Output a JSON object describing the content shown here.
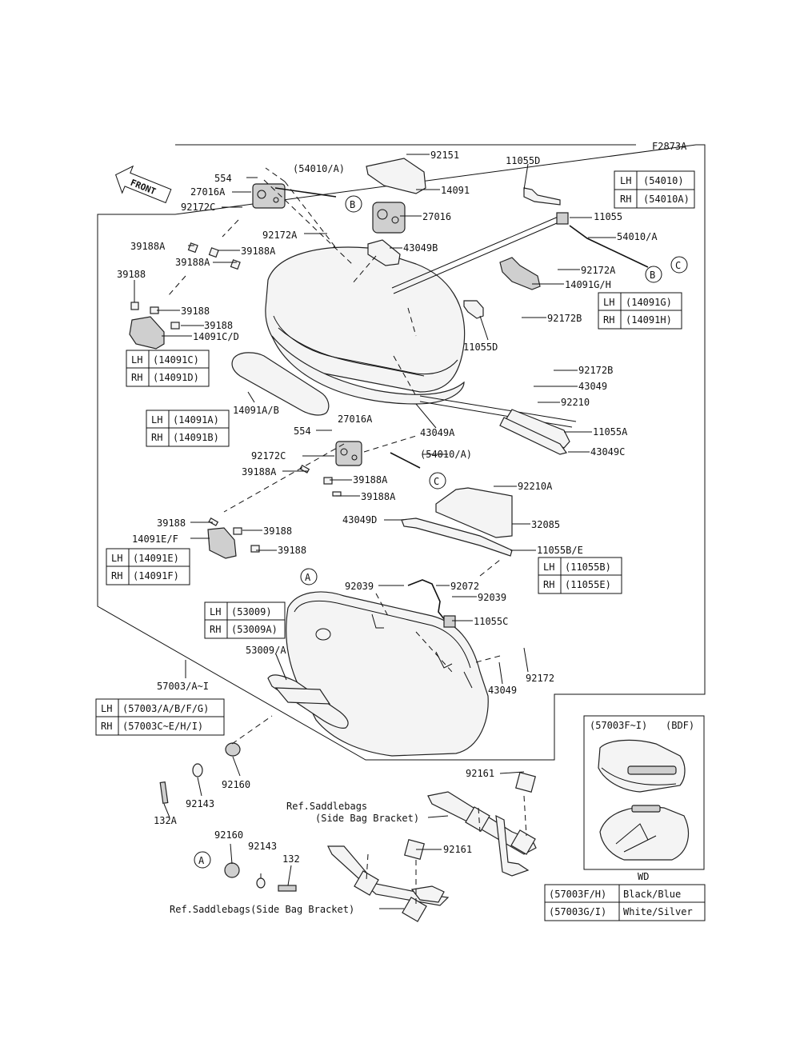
{
  "figure_code": "F2873A",
  "front_label": "FRONT",
  "callout_letters": {
    "A": "A",
    "B": "B",
    "C": "C"
  },
  "parts": {
    "p92151": "92151",
    "p11055D_top": "11055D",
    "p554_top": "554",
    "p54010A_top": "(54010/A)",
    "p14091": "14091",
    "p27016A_top": "27016A",
    "p92172C_top": "92172C",
    "p27016": "27016",
    "p11055": "11055",
    "p92172A_top": "92172A",
    "p39188A_1": "39188A",
    "p39188A_2": "39188A",
    "p43049B": "43049B",
    "p54010A": "54010/A",
    "p39188A_3": "39188A",
    "p92172A_right": "92172A",
    "p39188_left": "39188",
    "p14091GH": "14091G/H",
    "p39188_a": "39188",
    "p92172B_1": "92172B",
    "p39188_b": "39188",
    "p14091CD": "14091C/D",
    "p11055D_mid": "11055D",
    "p92172B_2": "92172B",
    "p43049": "43049",
    "p92210": "92210",
    "p14091AB": "14091A/B",
    "p27016A_mid": "27016A",
    "p43049A": "43049A",
    "p11055A": "11055A",
    "p554_mid": "554",
    "p92172C_mid": "92172C",
    "p54010A_mid": "(54010/A)",
    "p43049C": "43049C",
    "p39188A_4": "39188A",
    "p39188A_5": "39188A",
    "p92210A": "92210A",
    "p39188A_6": "39188A",
    "p43049D": "43049D",
    "p32085": "32085",
    "p39188_c": "39188",
    "p39188_d": "39188",
    "p14091EF": "14091E/F",
    "p39188_e": "39188",
    "p11055BE": "11055B/E",
    "p92039_left": "92039",
    "p92072": "92072",
    "p92039_right": "92039",
    "p11055C": "11055C",
    "p53009A": "53009/A",
    "p92172": "92172",
    "p43049_low": "43049",
    "p57003": "57003/A~I",
    "p92161_top": "92161",
    "p92160_top": "92160",
    "p92143_top": "92143",
    "p132A": "132A",
    "p92160_low": "92160",
    "p92143_low": "92143",
    "p132": "132",
    "p92161_low": "92161"
  },
  "ref_notes": {
    "saddlebags_1": "Ref.Saddlebags",
    "saddlebags_2": "(Side Bag Bracket)",
    "saddlebags_full": "Ref.Saddlebags(Side Bag Bracket)"
  },
  "tables": {
    "t54010": [
      [
        "LH",
        "(54010)"
      ],
      [
        "RH",
        "(54010A)"
      ]
    ],
    "t14091GH": [
      [
        "LH",
        "(14091G)"
      ],
      [
        "RH",
        "(14091H)"
      ]
    ],
    "t14091CD": [
      [
        "LH",
        "(14091C)"
      ],
      [
        "RH",
        "(14091D)"
      ]
    ],
    "t14091AB": [
      [
        "LH",
        "(14091A)"
      ],
      [
        "RH",
        "(14091B)"
      ]
    ],
    "t14091EF": [
      [
        "LH",
        "(14091E)"
      ],
      [
        "RH",
        "(14091F)"
      ]
    ],
    "t11055BE": [
      [
        "LH",
        "(11055B)"
      ],
      [
        "RH",
        "(11055E)"
      ]
    ],
    "t53009": [
      [
        "LH",
        "(53009)"
      ],
      [
        "RH",
        "(53009A)"
      ]
    ],
    "t57003": [
      [
        "LH",
        "(57003/A/B/F/G)"
      ],
      [
        "RH",
        "(57003C~E/H/I)"
      ]
    ]
  },
  "inset": {
    "title_left": "(57003F~I)",
    "title_right": "(BDF)",
    "footer": "WD"
  },
  "color_table": [
    [
      "(57003F/H)",
      "Black/Blue"
    ],
    [
      "(57003G/I)",
      "White/Silver"
    ]
  ]
}
